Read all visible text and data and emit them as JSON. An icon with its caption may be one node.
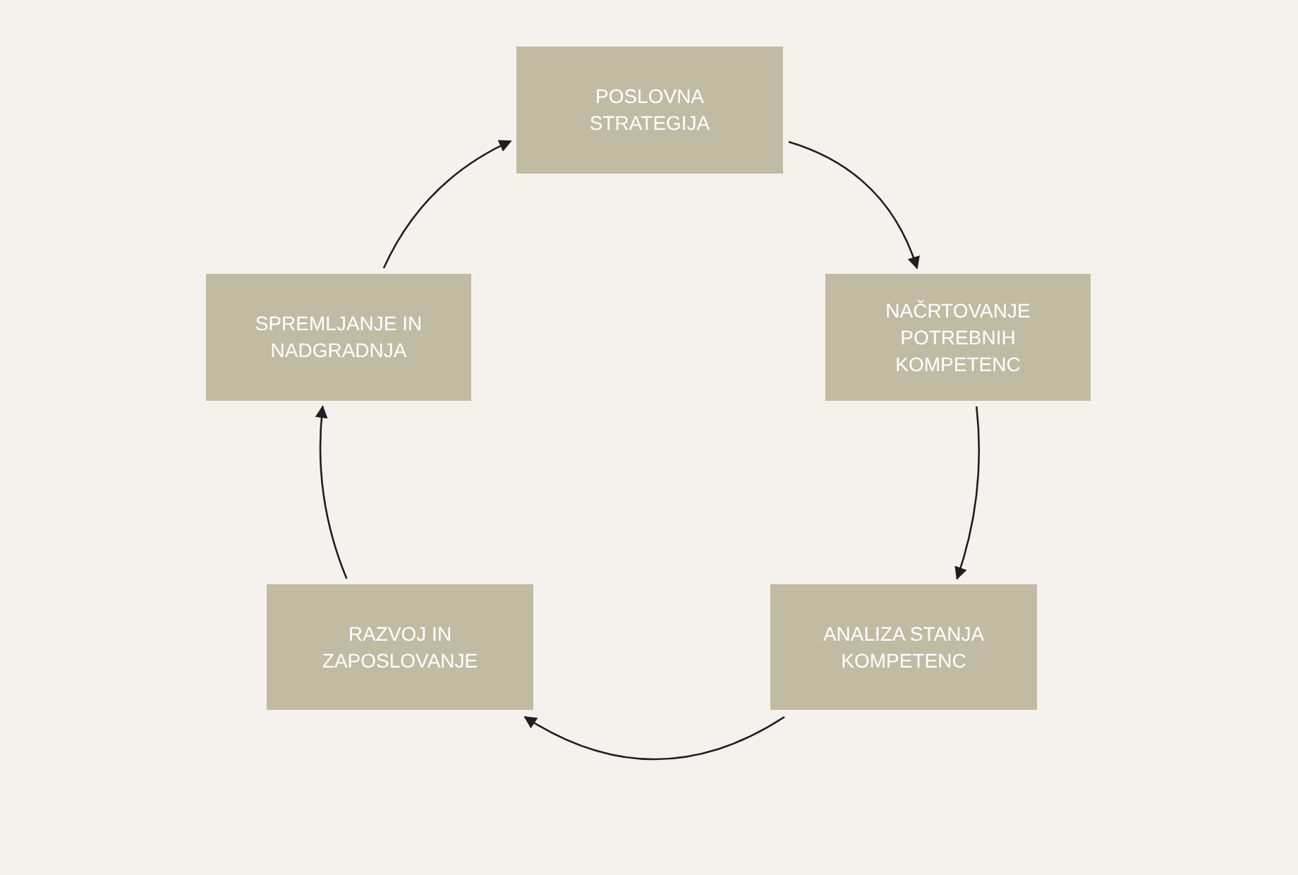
{
  "diagram": {
    "nodes": [
      {
        "text": [
          "POSLOVNA STRATEGIJA"
        ]
      },
      {
        "text": [
          "NAČRTOVANJE POTREBNIH KOMPETENC"
        ]
      },
      {
        "text": [
          "ANALIZA STANJA KOMPETENC"
        ]
      },
      {
        "text": [
          "RAZVOJ IN ZAPOSLOVANJE"
        ]
      },
      {
        "text": [
          "SPREMLJANJE IN NADGRADNJA"
        ]
      }
    ],
    "edges": [
      {
        "from": 0,
        "to": 1,
        "arrow": "to"
      },
      {
        "from": 1,
        "to": 2,
        "arrow": "to"
      },
      {
        "from": 2,
        "to": 3,
        "arrow": "to"
      },
      {
        "from": 3,
        "to": 4,
        "arrow": "to"
      },
      {
        "from": 4,
        "to": 0,
        "arrow": "to"
      }
    ]
  }
}
